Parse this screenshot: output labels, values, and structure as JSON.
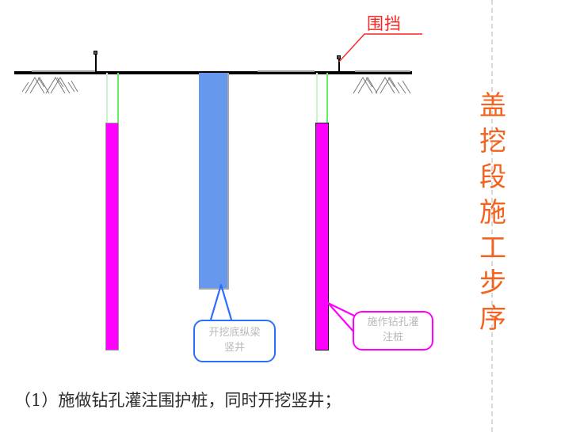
{
  "diagram": {
    "title_vertical": "盖挖段施工步序",
    "title_vertical_chars": [
      "盖",
      "挖",
      "段",
      "施",
      "工",
      "步",
      "序"
    ],
    "title_color": "#f4621f",
    "caption": "（1）施做钻孔灌注围护桩，同时开挖竖井；",
    "barrier_label": "围挡",
    "barrier_label_color": "#ff2222",
    "callouts": [
      {
        "id": "shaft-callout",
        "text_line1": "开挖底纵梁",
        "text_line2": "竖井",
        "border_color": "#2b6eff",
        "text_color": "#b8b8b8"
      },
      {
        "id": "pile-callout",
        "text_line1": "施作钻孔灌",
        "text_line2": "注桩",
        "border_color": "#ff00ff",
        "text_color": "#b8b8b8"
      }
    ],
    "elements": {
      "ground_line_color": "#000000",
      "pile_fill_color": "#ff00ff",
      "pile_casing_color": "#66ee66",
      "shaft_fill_color": "#6699ee",
      "divider_color": "#d8d8d8"
    }
  }
}
